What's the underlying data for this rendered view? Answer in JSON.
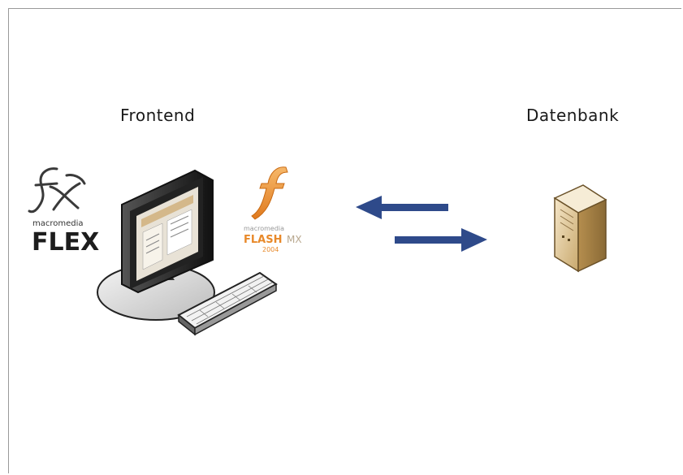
{
  "diagram": {
    "frontend_label": "Frontend",
    "database_label": "Datenbank",
    "flex_logo": {
      "brand": "macromedia",
      "product": "FLEX"
    },
    "flash_logo": {
      "brand": "macromedia",
      "product": "FLASH",
      "suffix": "MX",
      "year": "2004"
    },
    "colors": {
      "arrow": "#2e4a8a",
      "flash_orange": "#e8892a",
      "frame": "#9a9a9a"
    },
    "icons": [
      "computer-icon",
      "keyboard-icon",
      "server-icon",
      "flex-logo",
      "flash-logo"
    ]
  }
}
